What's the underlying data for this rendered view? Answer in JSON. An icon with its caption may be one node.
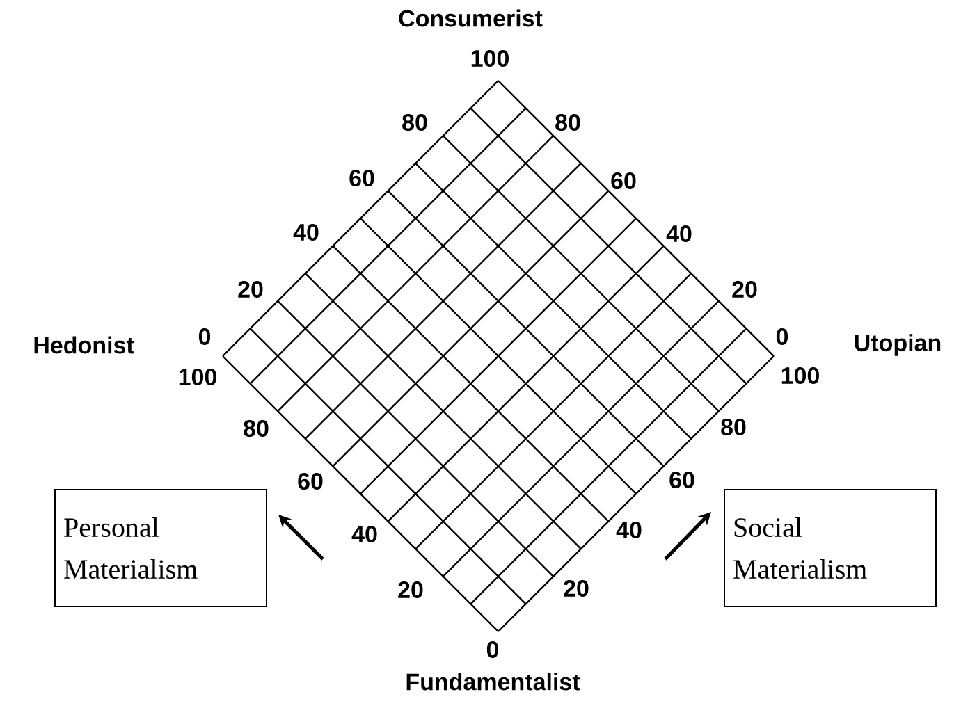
{
  "diagram": {
    "nodes": [
      {
        "text": [
          "Personal Materialism"
        ]
      },
      {
        "text": [
          "Social Materialism"
        ]
      }
    ],
    "labels": [
      "Consumerist",
      "100",
      "80",
      "80",
      "60",
      "60",
      "40",
      "40",
      "20",
      "20",
      "Hedonist",
      "0",
      "0",
      "Utopian",
      "100",
      "100",
      "80",
      "80",
      "60",
      "60",
      "40",
      "40",
      "20",
      "20",
      "0",
      "Fundamentalist"
    ]
  }
}
